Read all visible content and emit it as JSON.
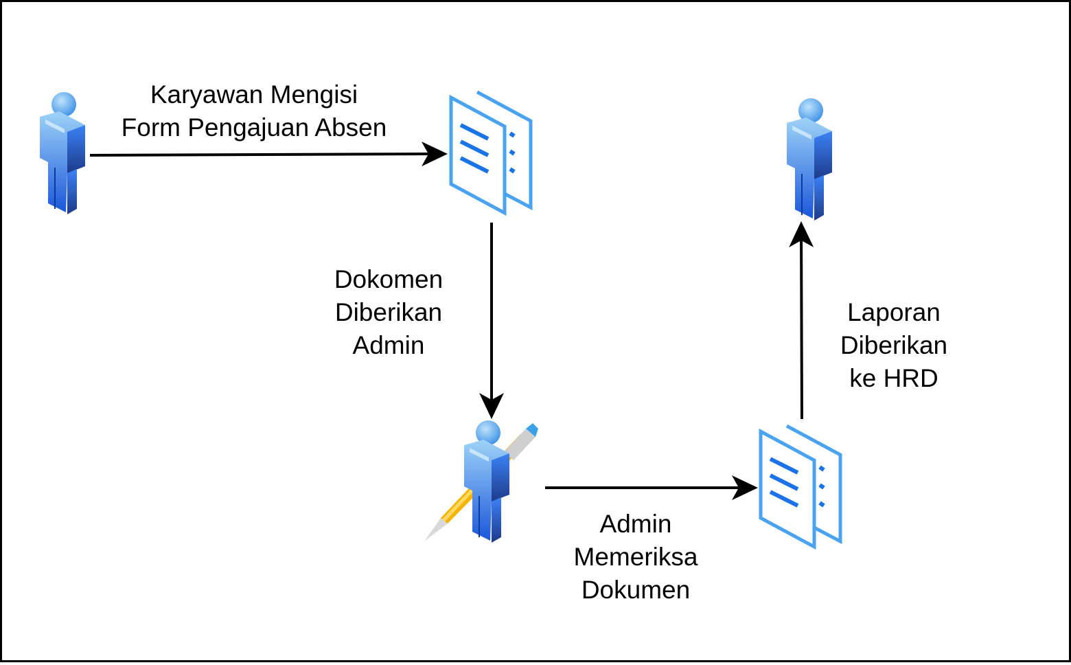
{
  "diagram": {
    "nodes": [
      {
        "id": "employee",
        "icon": "person-icon"
      },
      {
        "id": "form-document",
        "icon": "document-icon"
      },
      {
        "id": "admin",
        "icon": "person-with-pen-icon"
      },
      {
        "id": "checked-document",
        "icon": "document-icon"
      },
      {
        "id": "hrd",
        "icon": "person-icon"
      }
    ],
    "edges": [
      {
        "from": "employee",
        "to": "form-document",
        "label_lines": [
          "Karyawan Mengisi",
          "Form Pengajuan Absen"
        ]
      },
      {
        "from": "form-document",
        "to": "admin",
        "label_lines": [
          "Dokomen",
          "Diberikan",
          "Admin"
        ]
      },
      {
        "from": "admin",
        "to": "checked-document",
        "label_lines": [
          "Admin",
          "Memeriksa",
          "Dokumen"
        ]
      },
      {
        "from": "checked-document",
        "to": "hrd",
        "label_lines": [
          "Laporan",
          "Diberikan",
          "ke HRD"
        ]
      }
    ],
    "colors": {
      "person_light": "#8ecbf5",
      "person_dark": "#1a56db",
      "document_stroke": "#4aa3f0",
      "document_lines": "#1a73e8",
      "pencil_body": "#f5a623",
      "arrow": "#000000"
    }
  }
}
